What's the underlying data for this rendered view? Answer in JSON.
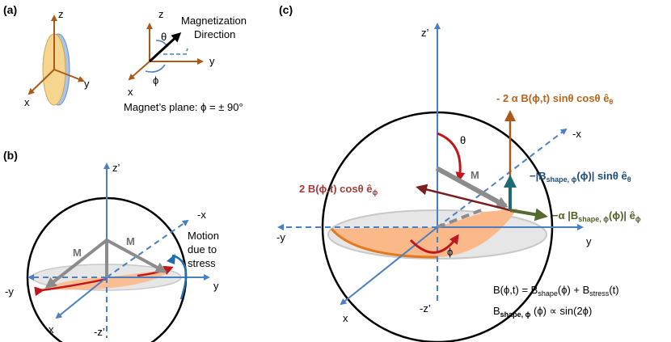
{
  "panel_a": {
    "label": "(a)",
    "z": "z",
    "x": "x",
    "y": "y",
    "z2": "z",
    "x2": "x",
    "y2": "y",
    "theta": "θ",
    "phi": "ϕ",
    "magnetization_line1": "Magnetization",
    "magnetization_line2": "Direction",
    "plane_text": "Magnet’s plane:  ϕ = ± 90°"
  },
  "panel_b": {
    "label": "(b)",
    "zp": "z’",
    "mzp": "-z’",
    "mx": "-x",
    "my": "-y",
    "y": "y",
    "x": "x",
    "M1": "M",
    "M2": "M",
    "motion_l1": "Motion",
    "motion_l2": "due to",
    "motion_l3": "stress"
  },
  "panel_c": {
    "label": "(c)",
    "zp": "z’",
    "mzp": "-z’",
    "mx": "-x",
    "my": "-y",
    "y": "y",
    "x": "x",
    "M": "M",
    "theta": "θ",
    "phi": "ϕ",
    "term_theta": "- 2 α B(ϕ,t) sinθ cosθ ê",
    "term_theta_sub": "θ",
    "term_phi": "2 B(ϕ,t) cosθ ê",
    "term_phi_sub": "ϕ",
    "term_shape_pre": "−|B",
    "term_shape_sub": "shape, ϕ",
    "term_shape_post": "(ϕ)| sinθ ê",
    "term_shape_sub2": "θ",
    "term_alpha_pre": "−α |B",
    "term_alpha_sub": "shape, ϕ",
    "term_alpha_post": "(ϕ)| ê",
    "term_alpha_sub2": "ϕ",
    "eq1_a": "B(ϕ,t) = B",
    "eq1_sub1": "shape",
    "eq1_b": "(ϕ) + B",
    "eq1_sub2": "stress",
    "eq1_c": "(t)",
    "eq2_a": "B",
    "eq2_sub": "shape, ϕ",
    "eq2_b": " (ϕ) ∝ sin(2ϕ)"
  },
  "colors": {
    "axis": "#4a7fc1",
    "red": "#c0161d",
    "orange_arrow": "#a95a19",
    "teal": "#1f6b73",
    "olive": "#556b2f",
    "dark_red": "#7a1f1f",
    "ellipse_fill": "#fbb98a",
    "grey": "#8c8c8c",
    "term_theta_color": "#b8651b",
    "term_phi_color": "#a43b3b",
    "term_shape_color": "#1f4e79",
    "term_alpha_color": "#4f6228"
  }
}
